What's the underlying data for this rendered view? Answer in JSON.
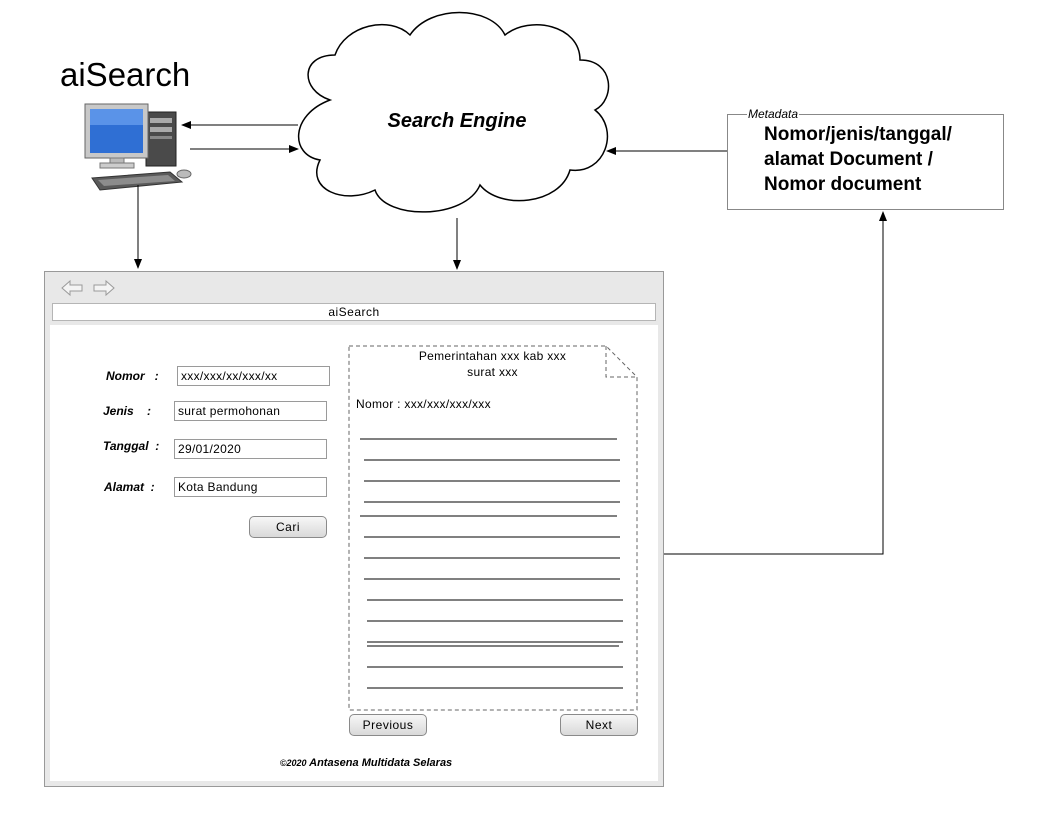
{
  "app": {
    "title": "aiSearch"
  },
  "search_engine": {
    "label": "Search Engine"
  },
  "metadata": {
    "tag": "Metadata",
    "text": "Nomor/jenis/tanggal/ alamat Document / Nomor document"
  },
  "browser": {
    "address": "aiSearch",
    "form": {
      "nomor": {
        "label": "Nomor   :",
        "value": "xxx/xxx/xx/xxx/xx"
      },
      "jenis": {
        "label": "Jenis    :",
        "value": "surat permohonan"
      },
      "tanggal": {
        "label": "Tanggal  :",
        "value": "29/01/2020"
      },
      "alamat": {
        "label": "Alamat  :",
        "value": "Kota Bandung"
      },
      "search_button": "Cari"
    },
    "document": {
      "header_line1": "Pemerintahan xxx kab xxx",
      "header_line2": "surat xxx",
      "number": "Nomor : xxx/xxx/xxx/xxx"
    },
    "previous_button": "Previous",
    "next_button": "Next",
    "footer": {
      "copyright": "©2020",
      "company": "Antasena Multidata Selaras"
    }
  }
}
